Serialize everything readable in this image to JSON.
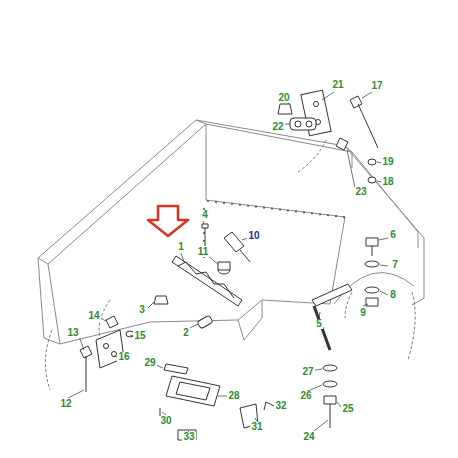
{
  "diagram": {
    "labels": [
      "1",
      "2",
      "3",
      "4",
      "5",
      "6",
      "7",
      "8",
      "9",
      "10",
      "11",
      "12",
      "13",
      "14",
      "15",
      "16",
      "17",
      "18",
      "19",
      "20",
      "21",
      "22",
      "23",
      "24",
      "25",
      "26",
      "27",
      "28",
      "29",
      "30",
      "31",
      "32",
      "33"
    ]
  }
}
